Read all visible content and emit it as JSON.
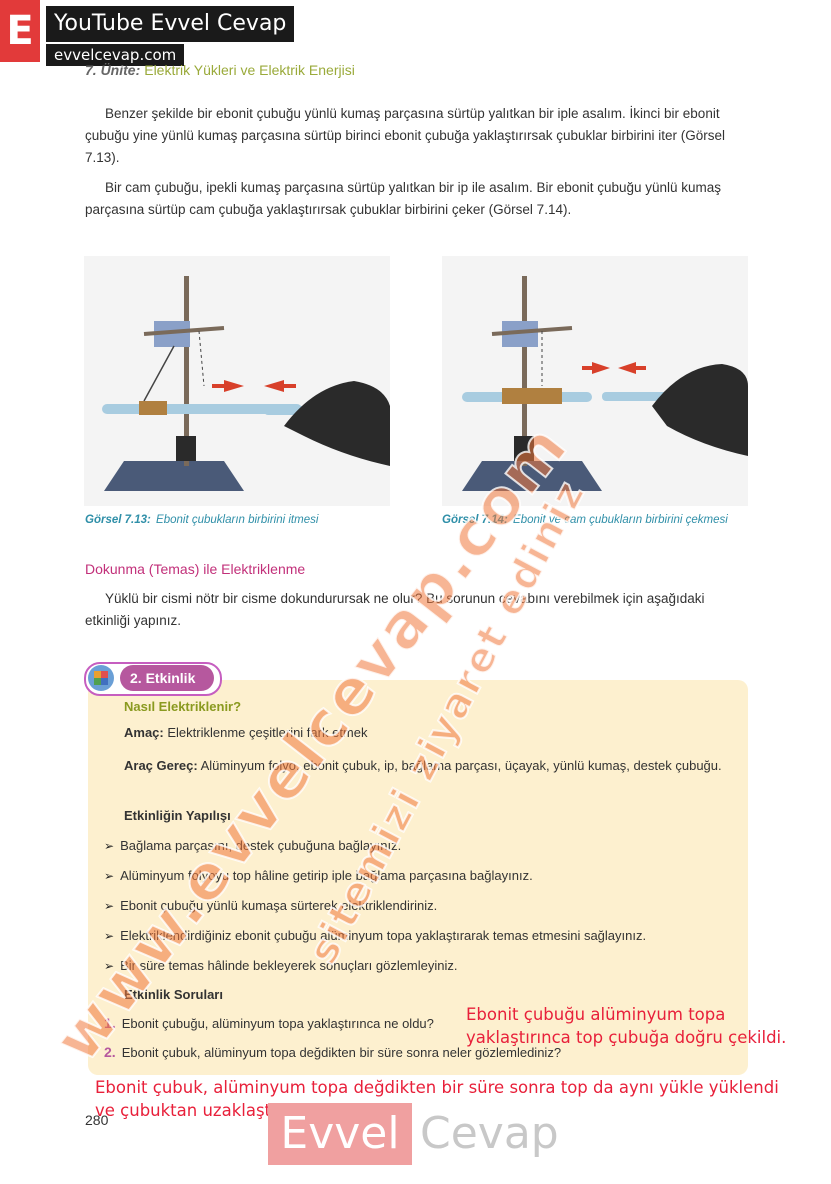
{
  "brand": {
    "letter": "E",
    "title": "YouTube Evvel Cevap",
    "url": "evvelcevap.com"
  },
  "header": {
    "unit_num": "7. Ünite:",
    "unit_title": "Elektrik Yükleri ve Elektrik Enerjisi"
  },
  "paragraphs": [
    "Benzer şekilde bir ebonit çubuğu yünlü kumaş parçasına sürtüp yalıtkan bir iple asalım. İkinci bir ebonit çubuğu yine yünlü kumaş parçasına sürtüp birinci ebonit çubuğa yaklaştırırsak çubuklar birbirini iter (Görsel 7.13).",
    "Bir cam çubuğu, ipekli kumaş parçasına sürtüp yalıtkan bir ip ile asalım. Bir ebonit çubuğu yünlü kumaş parçasına sürtüp cam çubuğa yaklaştırırsak çubuklar birbirini çeker (Görsel 7.14)."
  ],
  "figures": [
    {
      "label": "Görsel 7.13:",
      "text": "Ebonit çubukların birbirini itmesi"
    },
    {
      "label": "Görsel 7.14:",
      "text": "Ebonit ve cam çubukların birbirini çekmesi"
    }
  ],
  "section": {
    "title": "Dokunma (Temas) ile Elektriklenme",
    "intro": "Yüklü bir cismi nötr bir cisme dokundurursak ne olur? Bu sorunun cevabını verebilmek için aşağıdaki etkinliği yapınız."
  },
  "activity": {
    "badge": "2. Etkinlik",
    "title": "Nasıl Elektriklenir?",
    "goal_label": "Amaç:",
    "goal": "Elektriklenme çeşitlerini fark etmek",
    "tools_label": "Araç Gereç:",
    "tools": "Alüminyum folyo, ebonit çubuk, ip, bağlama parçası, üçayak, yünlü kumaş, destek çubuğu.",
    "steps_title": "Etkinliğin Yapılışı",
    "steps": [
      "Bağlama parçasını, destek çubuğuna bağlayınız.",
      "Alüminyum folyoyu top hâline getirip iple bağlama parçasına bağlayınız.",
      "Ebonit çubuğu yünlü kumaşa sürterek elektriklendiriniz.",
      "Elektriklendirdiğiniz ebonit çubuğu alüminyum topa yaklaştırarak temas etmesini sağlayınız.",
      "Bir süre temas hâlinde bekleyerek sonuçları gözlemleyiniz."
    ],
    "questions_title": "Etkinlik Soruları",
    "questions": [
      {
        "num": "1.",
        "text": "Ebonit çubuğu, alüminyum topa yaklaştırınca ne oldu?"
      },
      {
        "num": "2.",
        "text": "Ebonit çubuk, alüminyum topa değdikten bir süre sonra neler gözlemlediniz?"
      }
    ]
  },
  "answers": {
    "a1_line1": "Ebonit çubuğu alüminyum topa",
    "a1_line2": "yaklaştırınca top çubuğa doğru çekildi.",
    "a2_line1": "Ebonit çubuk, alüminyum topa değdikten bir süre sonra top da aynı yükle yüklendi",
    "a2_line2": "ve çubuktan uzaklaştı."
  },
  "page_number": "280",
  "watermark": {
    "evvel": "Evvel",
    "cevap": "Cevap",
    "diag1": "www.evvelcevap.com",
    "diag2": "sitemizi ziyaret ediniz"
  },
  "colors": {
    "brand_red": "#e23a3a",
    "accent_magenta": "#c2307a",
    "caption_teal": "#2f8fa8",
    "activity_bg": "#fdf0cf",
    "answer_red": "#e8203a"
  }
}
